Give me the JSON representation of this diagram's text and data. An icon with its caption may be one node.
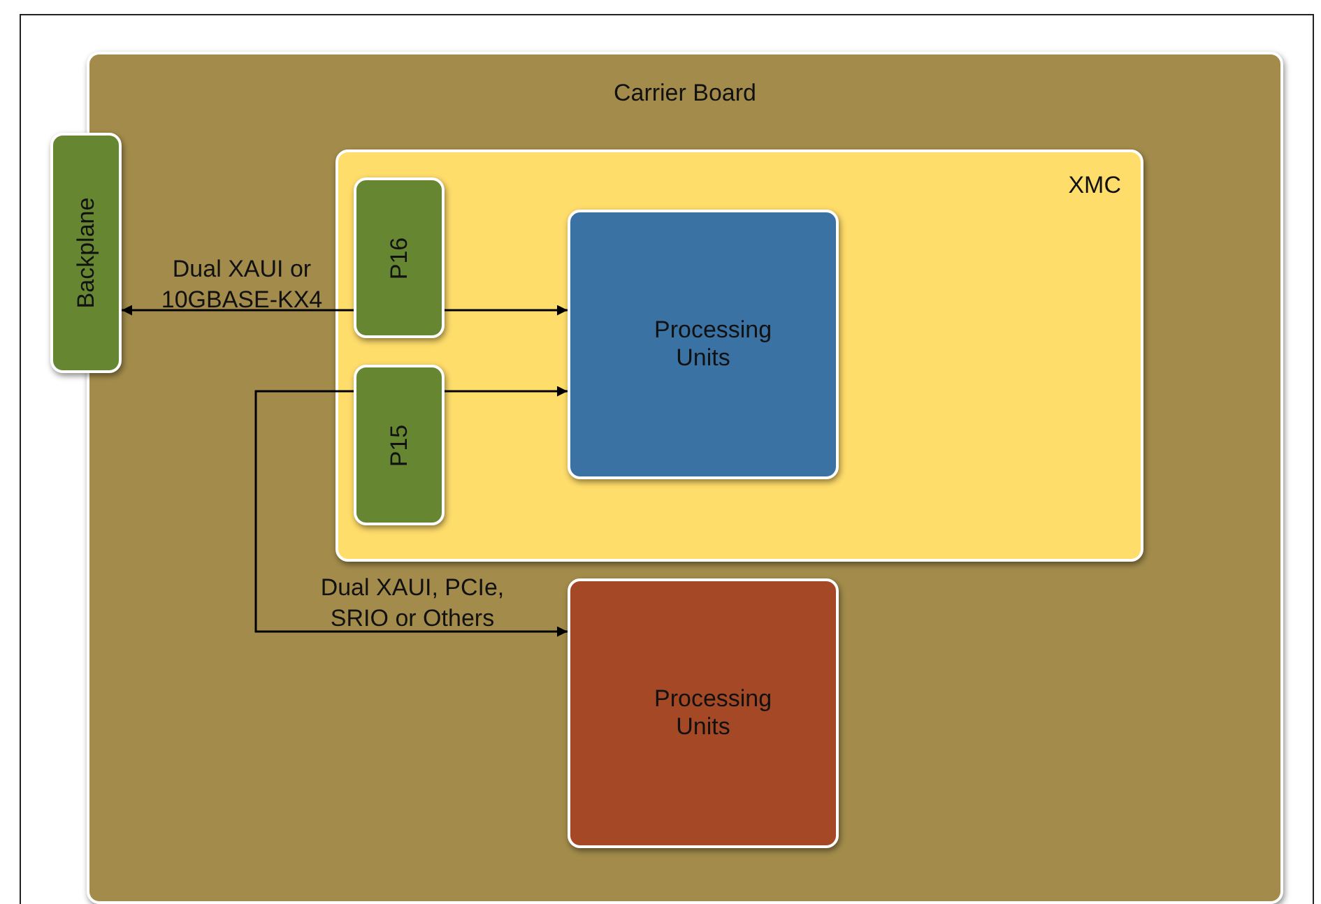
{
  "diagram": {
    "nodes": [
      {
        "text": [
          "Carrier Board"
        ]
      },
      {
        "text": [
          "Backplane"
        ]
      },
      {
        "text": [
          "XMC"
        ],
        "in": 0
      },
      {
        "text": [
          "P16"
        ],
        "in": 2
      },
      {
        "text": [
          "P15"
        ],
        "in": 2
      },
      {
        "text": [
          "Processing Units"
        ],
        "in": 2
      },
      {
        "text": [
          "Processing Units"
        ],
        "in": 0
      }
    ],
    "edges": [
      {
        "from": 3,
        "to": 1,
        "arrow": "to",
        "label": "Dual XAUI or 10GBASE-KX4"
      },
      {
        "from": 3,
        "to": 5,
        "arrow": "to"
      },
      {
        "from": 4,
        "to": 6,
        "arrow": "to",
        "label": "Dual XAUI, PCIe, SRIO or Others"
      },
      {
        "from": 4,
        "to": 5,
        "arrow": "to"
      }
    ]
  }
}
